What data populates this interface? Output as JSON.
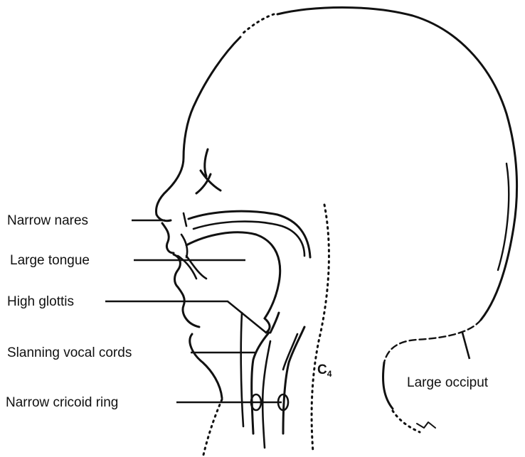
{
  "labels": {
    "narrow_nares": "Narrow  nares",
    "large_tongue": "Large  tongue",
    "high_glottis": "High glottis",
    "slanting_vocal_cords": "Slanning  vocal  cords",
    "narrow_cricoid_ring": "Narrow  cricoid  ring",
    "large_occiput": "Large  occiput",
    "vertebra": "C",
    "vertebra_index": "4"
  }
}
